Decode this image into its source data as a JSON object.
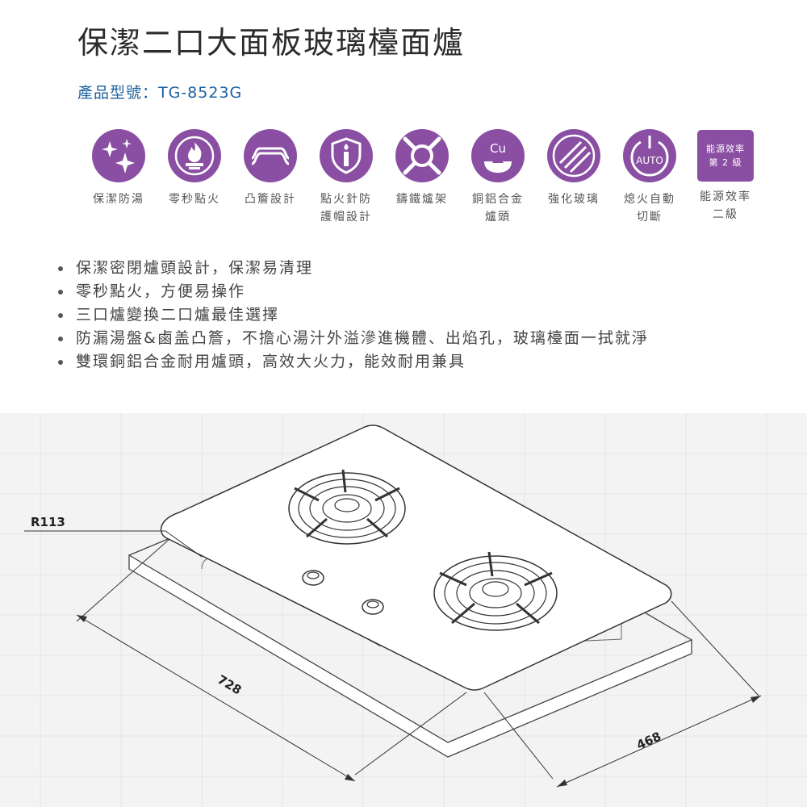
{
  "product": {
    "title": "保潔二口大面板玻璃檯面爐",
    "model_line": "產品型號：TG-8523G"
  },
  "features": [
    {
      "icon": "sparkle-icon",
      "label": "保潔防湯"
    },
    {
      "icon": "flame-burner-icon",
      "label": "零秒點火"
    },
    {
      "icon": "raised-rim-icon",
      "label": "凸簷設計"
    },
    {
      "icon": "flame-guard-icon",
      "label": "點火針防\n護帽設計"
    },
    {
      "icon": "cast-iron-grate-icon",
      "label": "鑄鐵爐架"
    },
    {
      "icon": "copper-burner-icon",
      "icon_text": "Cu",
      "label": "銅鋁合金\n爐頭"
    },
    {
      "icon": "tempered-glass-icon",
      "label": "強化玻璃"
    },
    {
      "icon": "auto-power-icon",
      "icon_text": "AUTO",
      "label": "熄火自動\n切斷"
    },
    {
      "icon": "energy-badge",
      "badge_line1": "能源效率",
      "badge_line2": "第 2 級",
      "label": "能源效率\n二級"
    }
  ],
  "bullets": [
    "保潔密閉爐頭設計，保潔易清理",
    "零秒點火，方便易操作",
    "三口爐變換二口爐最佳選擇",
    "防漏湯盤&鹵盖凸簷，不擔心湯汁外溢滲進機體、出焰孔，玻璃檯面一拭就淨",
    "雙環銅鋁合金耐用爐頭，高效大火力，能效耐用兼具"
  ],
  "diagram": {
    "radius_label": "R113",
    "width_label": "728",
    "depth_label": "468"
  },
  "colors": {
    "purple": "#8a4fa3",
    "model_blue": "#1d5f9e"
  }
}
